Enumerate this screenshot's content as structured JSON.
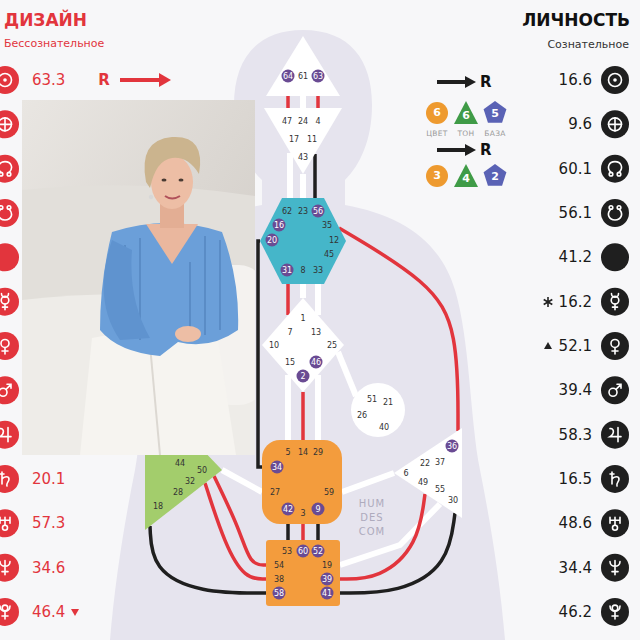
{
  "diagram": {
    "nodes": [
      {
        "text": [
          "64",
          "61",
          "63"
        ]
      },
      {
        "text": [
          "47",
          "24",
          "4",
          "17",
          "11",
          "43"
        ]
      },
      {
        "text": [
          "62",
          "23",
          "56",
          "16",
          "35",
          "20",
          "12",
          "45",
          "31",
          "8",
          "33"
        ]
      },
      {
        "text": [
          "1",
          "7",
          "13",
          "10",
          "25",
          "15",
          "46",
          "2"
        ]
      },
      {
        "text": [
          "51",
          "21",
          "26",
          "40"
        ]
      },
      {
        "text": [
          "44",
          "50",
          "32",
          "28",
          "18"
        ]
      },
      {
        "text": [
          "36",
          "22",
          "37",
          "6",
          "49",
          "55",
          "30"
        ]
      },
      {
        "text": [
          "5",
          "14",
          "29",
          "34",
          "27",
          "59",
          "42",
          "3",
          "9"
        ]
      },
      {
        "text": [
          "53",
          "60",
          "52",
          "54",
          "19",
          "38",
          "39",
          "58",
          "41"
        ]
      },
      {
        "text": [
          "6",
          "ЦВЕТ"
        ]
      },
      {
        "text": [
          "6",
          "ТОН"
        ]
      },
      {
        "text": [
          "5",
          "БАЗА"
        ]
      },
      {
        "text": [
          "3"
        ]
      },
      {
        "text": [
          "4"
        ]
      },
      {
        "text": [
          "2"
        ]
      }
    ],
    "edges": [
      {
        "from": 0,
        "to": 1,
        "arrow": "none"
      },
      {
        "from": 0,
        "to": 1,
        "arrow": "none"
      },
      {
        "from": 1,
        "to": 2,
        "arrow": "none"
      },
      {
        "from": 2,
        "to": 3,
        "arrow": "none"
      },
      {
        "from": 3,
        "to": 7,
        "arrow": "none"
      },
      {
        "from": 2,
        "to": 7,
        "arrow": "none"
      },
      {
        "from": 5,
        "to": 8,
        "arrow": "none"
      },
      {
        "from": 5,
        "to": 8,
        "arrow": "none"
      },
      {
        "from": 5,
        "to": 8,
        "arrow": "none"
      },
      {
        "from": 7,
        "to": 8,
        "arrow": "none"
      },
      {
        "from": 7,
        "to": 8,
        "arrow": "none"
      },
      {
        "from": 7,
        "to": 8,
        "arrow": "none"
      },
      {
        "from": 6,
        "to": 8,
        "arrow": "none"
      },
      {
        "from": 6,
        "to": 8,
        "arrow": "none"
      },
      {
        "from": 6,
        "to": 2,
        "arrow": "none"
      }
    ],
    "labels": [
      "ДИЗАЙН",
      "Бессознательное",
      "R",
      "ЛИЧНОСТЬ",
      "Сознательное",
      "R",
      "R",
      "63.3",
      "20.1",
      "57.3",
      "34.6",
      "46.4",
      "16.6",
      "9.6",
      "60.1",
      "56.1",
      "41.2",
      "16.2",
      "52.1",
      "39.4",
      "58.3",
      "16.5",
      "48.6",
      "34.4",
      "46.2",
      "HUM",
      "DES",
      "COM"
    ]
  }
}
